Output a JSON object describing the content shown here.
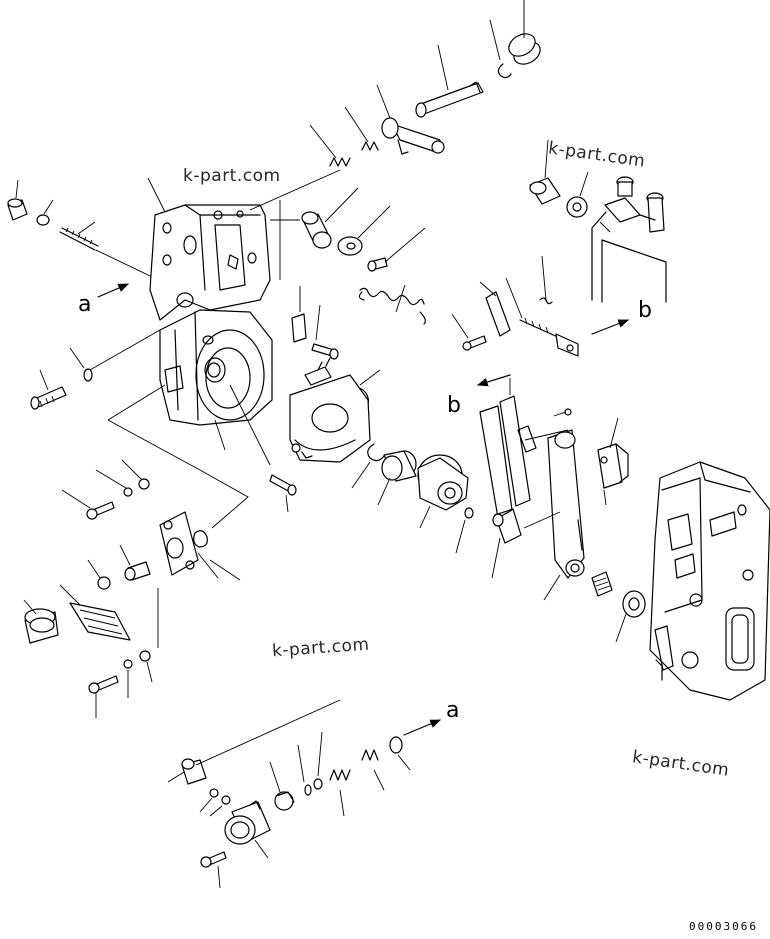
{
  "watermarks": [
    "k-part.com",
    "k-part.com",
    "k-part.com",
    "k-part.com"
  ],
  "refs": {
    "a_left": "a",
    "a_bottom": "a",
    "b_right": "b",
    "b_mid": "b"
  },
  "doc_number": "00003066",
  "colors": {
    "line": "#000000",
    "background": "#ffffff"
  }
}
